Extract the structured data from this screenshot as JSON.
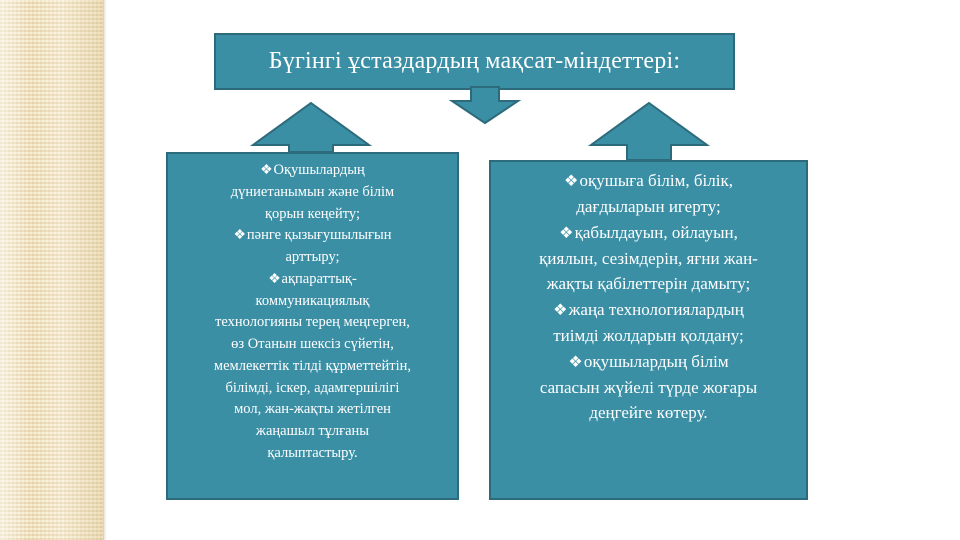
{
  "slide": {
    "background_color": "#ffffff",
    "accent_fill": "#3b8fa5",
    "accent_border": "#2d6b7c",
    "band_color": "#f2e3bf",
    "text_color": "#ffffff"
  },
  "title": {
    "text": "Бүгінгі ұстаздардың мақсат-міндеттері:"
  },
  "arrows": [
    {
      "name": "arrow-down-center",
      "direction": "down"
    },
    {
      "name": "arrow-up-left",
      "direction": "up"
    },
    {
      "name": "arrow-up-right",
      "direction": "up"
    }
  ],
  "bullet_glyph": "❖",
  "left_box": {
    "lines": [
      {
        "bullet": true,
        "text": "Оқушылардың"
      },
      {
        "bullet": false,
        "text": "дүниетанымын және білім"
      },
      {
        "bullet": false,
        "text": "қорын кеңейту;"
      },
      {
        "bullet": true,
        "text": "пәнге қызығушылығын"
      },
      {
        "bullet": false,
        "text": "арттыру;"
      },
      {
        "bullet": true,
        "text": "ақпараттық-"
      },
      {
        "bullet": false,
        "text": "коммуникациялық"
      },
      {
        "bullet": false,
        "text": "технологияны терең меңгерген,"
      },
      {
        "bullet": false,
        "text": "өз Отанын шексіз сүйетін,"
      },
      {
        "bullet": false,
        "text": "мемлекеттік тілді құрметтейтін,"
      },
      {
        "bullet": false,
        "text": "білімді, іскер, адамгершілігі"
      },
      {
        "bullet": false,
        "text": "мол, жан-жақты жетілген"
      },
      {
        "bullet": false,
        "text": "жаңашыл тұлғаны"
      },
      {
        "bullet": false,
        "text": "қалыптастыру."
      }
    ]
  },
  "right_box": {
    "lines": [
      {
        "bullet": true,
        "text": "оқушыға білім, білік,"
      },
      {
        "bullet": false,
        "text": "дағдыларын игерту;"
      },
      {
        "bullet": true,
        "text": "қабылдауын, ойлауын,"
      },
      {
        "bullet": false,
        "text": "қиялын, сезімдерін, яғни жан-"
      },
      {
        "bullet": false,
        "text": "жақты қабілеттерін дамыту;"
      },
      {
        "bullet": true,
        "text": "жаңа технологиялардың"
      },
      {
        "bullet": false,
        "text": "тиімді жолдарын қолдану;"
      },
      {
        "bullet": true,
        "text": "оқушылардың білім"
      },
      {
        "bullet": false,
        "text": "сапасын жүйелі түрде жоғары"
      },
      {
        "bullet": false,
        "text": "деңгейге көтеру."
      }
    ]
  }
}
